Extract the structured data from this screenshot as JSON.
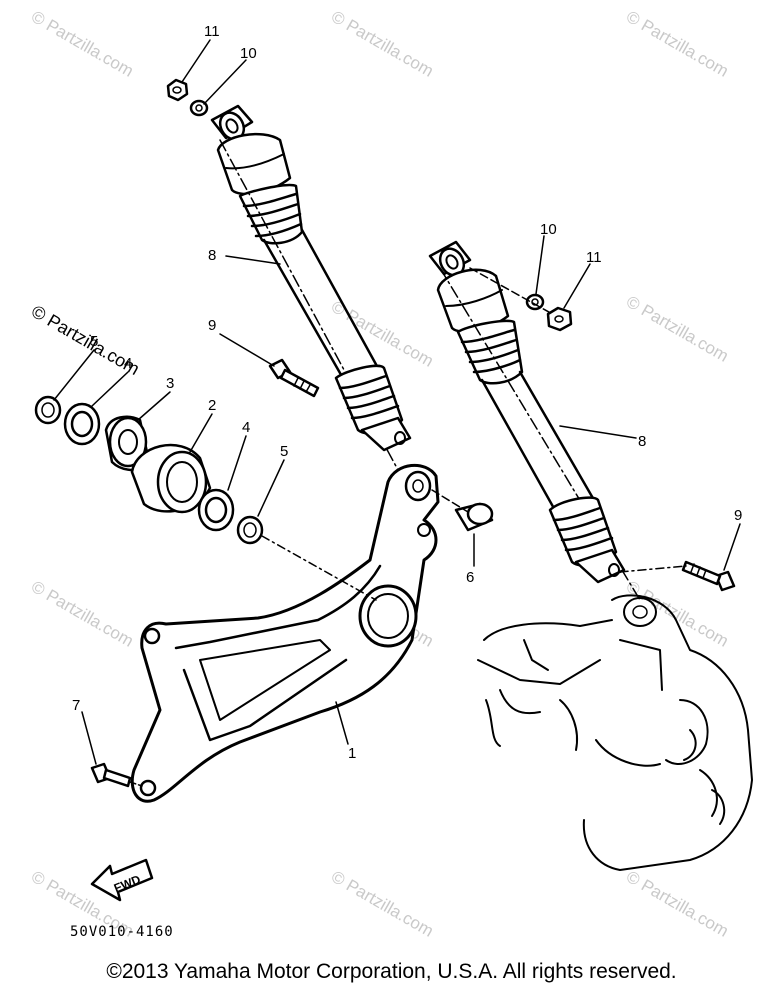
{
  "callouts": {
    "n1": "1",
    "n2": "2",
    "n3": "3",
    "n4a": "4",
    "n4b": "4",
    "n5a": "5",
    "n5b": "5",
    "n6": "6",
    "n7": "7",
    "n8a": "8",
    "n8b": "8",
    "n9a": "9",
    "n9b": "9",
    "n10a": "10",
    "n10b": "10",
    "n11a": "11",
    "n11b": "11"
  },
  "fwd_arrow_label": "FWD",
  "diagram_code": "50V010-4160",
  "watermark": "© Partzilla.com",
  "copyright": "©2013 Yamaha Motor Corporation, U.S.A. All rights reserved."
}
